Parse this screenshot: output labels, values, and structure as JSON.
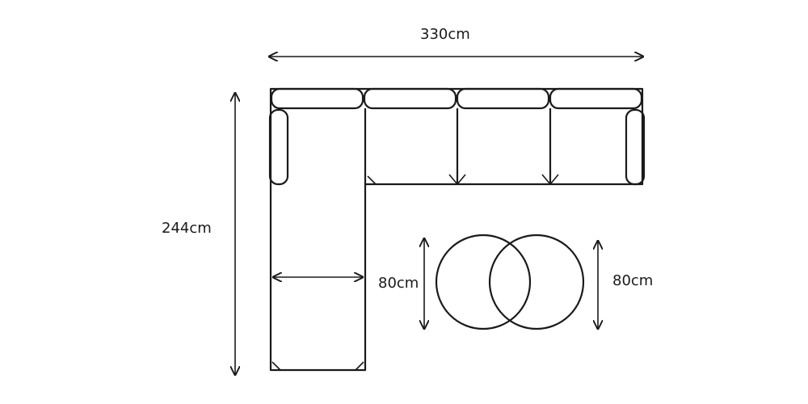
{
  "dimensions": {
    "width_label": "330cm",
    "depth_label": "244cm",
    "ottoman_left_label": "80cm",
    "ottoman_right_label": "80cm"
  },
  "colors": {
    "line": "#1a1a1a",
    "background": "#ffffff"
  }
}
